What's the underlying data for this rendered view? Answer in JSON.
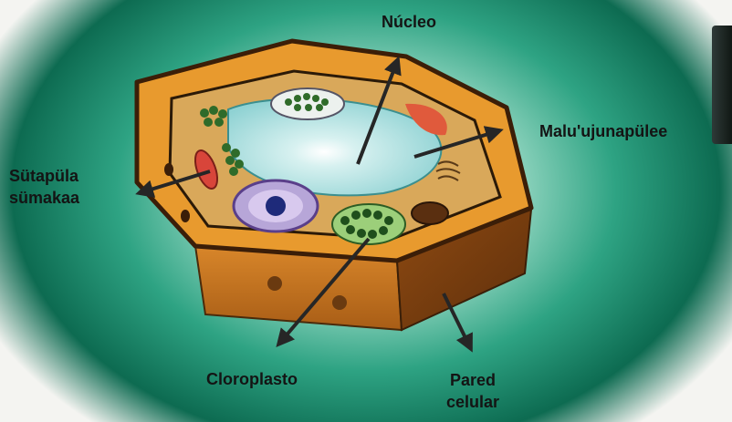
{
  "labels": {
    "nucleo": "Núcleo",
    "malu": "Malu'ujunapülee",
    "sutapula_line1": "Sütapüla",
    "sutapula_line2": "sümakaa",
    "cloroplasto": "Cloroplasto",
    "pared_line1": "Pared",
    "pared_line2": "celular"
  },
  "colors": {
    "background_green": "#1d8a6a",
    "cell_wall_orange": "#e89a2e",
    "cytoplasm_tan": "#d9a85a",
    "vacuole_cyan": "#a9dfe0",
    "chloroplast_green": "#2f6b2a",
    "nucleus_purple": "#7a5aa8",
    "arrow_dark": "#2a2a2a"
  }
}
